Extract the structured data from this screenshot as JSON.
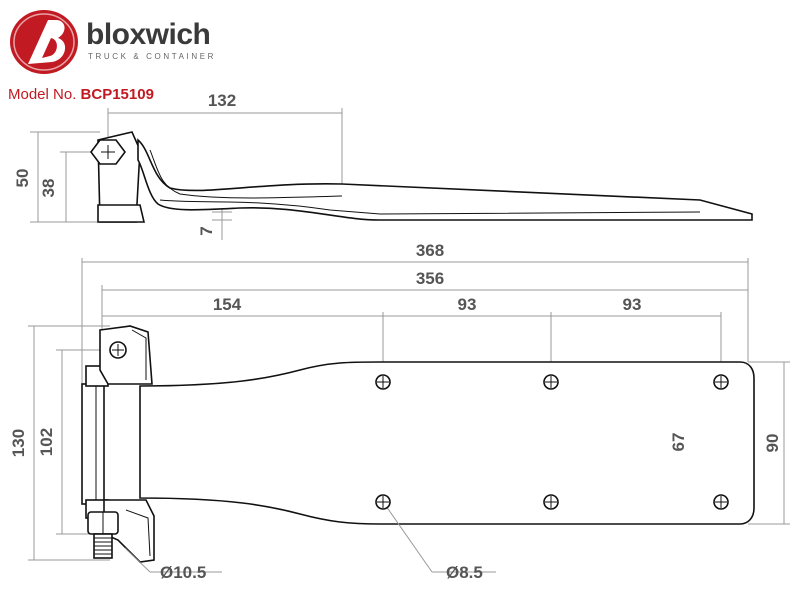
{
  "brand": {
    "name": "bloxwich",
    "tagline": "TRUCK & CONTAINER",
    "color": "#c21a22"
  },
  "model": {
    "label": "Model No.",
    "number": "BCP15109"
  },
  "dimensions": {
    "side_length": "132",
    "side_height_total": "50",
    "side_height_pin": "38",
    "side_thickness": "7",
    "overall_length": "368",
    "plate_length": "356",
    "first_hole": "154",
    "hole_pitch_1": "93",
    "hole_pitch_2": "93",
    "overall_height": "130",
    "knuckle_height": "102",
    "hole_spacing": "67",
    "plate_width": "90",
    "pin_diameter": "Ø10.5",
    "hole_diameter": "Ø8.5"
  }
}
